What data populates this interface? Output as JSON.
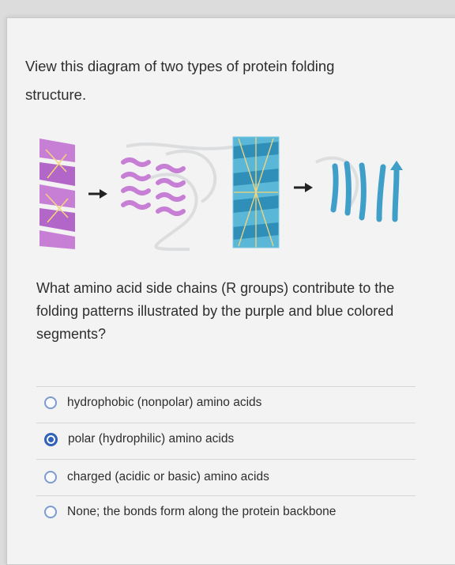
{
  "intro_text": "View this diagram of two types of protein folding structure.",
  "figure": {
    "helix_color": "#c77fd6",
    "sheet_color": "#3f9fc8",
    "arrow_icon": "right-arrow-icon"
  },
  "question_text": "What amino acid side chains (R groups) contribute to the folding patterns illustrated by the purple and blue colored segments?",
  "options": [
    {
      "label": "hydrophobic (nonpolar) amino acids",
      "selected": false
    },
    {
      "label": "polar (hydrophilic) amino acids",
      "selected": true
    },
    {
      "label": "charged (acidic or basic) amino acids",
      "selected": false
    },
    {
      "label": "None; the bonds form along the protein backbone",
      "selected": false
    }
  ]
}
